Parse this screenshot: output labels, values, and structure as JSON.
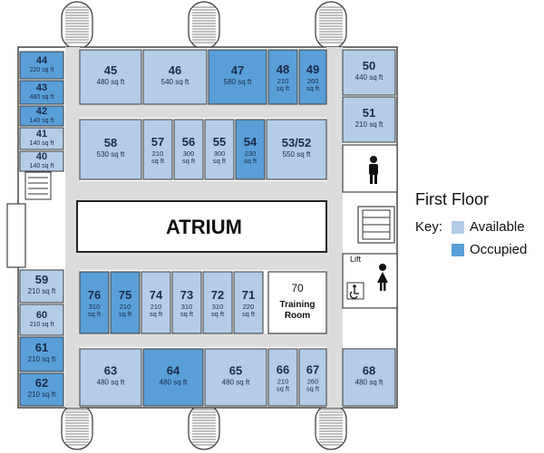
{
  "legend": {
    "title": "First Floor",
    "key_label": "Key:",
    "available_label": "Available",
    "occupied_label": "Occupied",
    "available_color": "#b3cde8",
    "occupied_color": "#5a9fd8"
  },
  "atrium_label": "ATRIUM",
  "training_room": {
    "number": "70",
    "line1": "Training",
    "line2": "Room"
  },
  "lift_label": "Lift",
  "units": [
    {
      "id": "44",
      "area": "220 sq ft",
      "status": "occupied"
    },
    {
      "id": "43",
      "area": "480 sq ft",
      "status": "occupied"
    },
    {
      "id": "42",
      "area": "140 sq ft",
      "status": "occupied"
    },
    {
      "id": "41",
      "area": "140 sq ft",
      "status": "available"
    },
    {
      "id": "40",
      "area": "140 sq ft",
      "status": "available"
    },
    {
      "id": "45",
      "area": "480 sq ft",
      "status": "available"
    },
    {
      "id": "46",
      "area": "540 sq ft",
      "status": "available"
    },
    {
      "id": "47",
      "area": "580 sq ft",
      "status": "occupied"
    },
    {
      "id": "48",
      "area": "210 sq ft",
      "status": "occupied"
    },
    {
      "id": "49",
      "area": "260 sq ft",
      "status": "occupied"
    },
    {
      "id": "50",
      "area": "440 sq ft",
      "status": "available"
    },
    {
      "id": "51",
      "area": "210 sq ft",
      "status": "available"
    },
    {
      "id": "58",
      "area": "530 sq ft",
      "status": "available"
    },
    {
      "id": "57",
      "area": "210 sq ft",
      "status": "available"
    },
    {
      "id": "56",
      "area": "300 sq ft",
      "status": "available"
    },
    {
      "id": "55",
      "area": "300 sq ft",
      "status": "available"
    },
    {
      "id": "54",
      "area": "230 sq ft",
      "status": "occupied"
    },
    {
      "id": "53/52",
      "area": "550 sq ft",
      "status": "available"
    },
    {
      "id": "59",
      "area": "210 sq ft",
      "status": "available"
    },
    {
      "id": "60",
      "area": "210 sq ft",
      "status": "available"
    },
    {
      "id": "61",
      "area": "210 sq ft",
      "status": "occupied"
    },
    {
      "id": "62",
      "area": "210 sq ft",
      "status": "occupied"
    },
    {
      "id": "76",
      "area": "310 sq ft",
      "status": "occupied"
    },
    {
      "id": "75",
      "area": "210 sq ft",
      "status": "occupied"
    },
    {
      "id": "74",
      "area": "210 sq ft",
      "status": "available"
    },
    {
      "id": "73",
      "area": "310 sq ft",
      "status": "available"
    },
    {
      "id": "72",
      "area": "310 sq ft",
      "status": "available"
    },
    {
      "id": "71",
      "area": "220 sq ft",
      "status": "available"
    },
    {
      "id": "63",
      "area": "480 sq ft",
      "status": "available"
    },
    {
      "id": "64",
      "area": "480 sq ft",
      "status": "occupied"
    },
    {
      "id": "65",
      "area": "480 sq ft",
      "status": "available"
    },
    {
      "id": "66",
      "area": "210 sq ft",
      "status": "available"
    },
    {
      "id": "67",
      "area": "260 sq ft",
      "status": "available"
    },
    {
      "id": "68",
      "area": "480 sq ft",
      "status": "available"
    }
  ]
}
